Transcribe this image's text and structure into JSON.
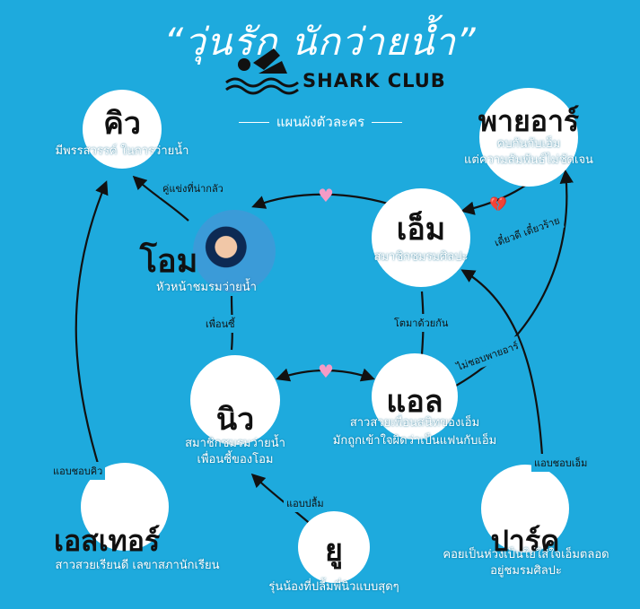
{
  "title": "“วุ่นรัก นักว่ายน้ำ”",
  "logo": {
    "text": "SHARK CLUB",
    "icon": "swimmer-shark-icon"
  },
  "subtitle": "แผนผังตัวละคร",
  "nodes": {
    "kiw": {
      "name": "คิว",
      "desc": [
        "มีพรรสวรรค์ ในการว่ายน้ำ"
      ]
    },
    "pairat": {
      "name": "พายอาร์",
      "desc": [
        "คบกันกับเอ็ม",
        "แต่ความสัมพันธ์ไม่ชัดเจน"
      ]
    },
    "ohm": {
      "name": "โอม",
      "desc": [
        "หัวหน้าชมรมว่ายน้ำ"
      ]
    },
    "em": {
      "name": "เอ็ม",
      "desc": [
        "สมาชิกชมรมศิลปะ"
      ]
    },
    "niw": {
      "name": "นิว",
      "desc": [
        "สมาชิกชมรมว่ายน้ำ",
        "เพื่อนซี้ของโอม"
      ]
    },
    "ael": {
      "name": "แอล",
      "desc": [
        "สาวสวยเพื่อนสนิทของเอ็ม",
        "มักถูกเข้าใจผิดว่าเป็นแฟนกับเอ็ม"
      ]
    },
    "aster": {
      "name": "เอสเทอร์",
      "desc": [
        "สาวสวยเรียนดี เลขาสภานักเรียน"
      ]
    },
    "yu": {
      "name": "ยู",
      "desc": [
        "รุ่นน้องที่ปลื้มพี่นิวแบบสุดๆ"
      ]
    },
    "park": {
      "name": "ปาร์ค",
      "desc": [
        "คอยเป็นห่วงเป็นใยใส่ใจเอ็มตลอด",
        "อยู่ชมรมศิลปะ"
      ]
    }
  },
  "edge_labels": {
    "rival": "คู่แข่งที่น่ากลัว",
    "best_friend": "เพื่อนซี้",
    "grew_up": "โตมาด้วยกัน",
    "bad_fight": "เดี๋ยวดี เดี๋ยวร้าย",
    "dislike": "ไม่ชอบพายอาร์",
    "secret_crush_em": "แอบชอบเอ็ม",
    "secret_crush_kiw": "แอบชอบคิว",
    "secret_admire": "แอบปลื้ม"
  },
  "icons": {
    "heart": "♥",
    "broken_heart": "💔"
  },
  "colors": {
    "background": "#1eaadd",
    "node": "#ffffff",
    "heart": "#f59bc6",
    "line": "#111111"
  }
}
